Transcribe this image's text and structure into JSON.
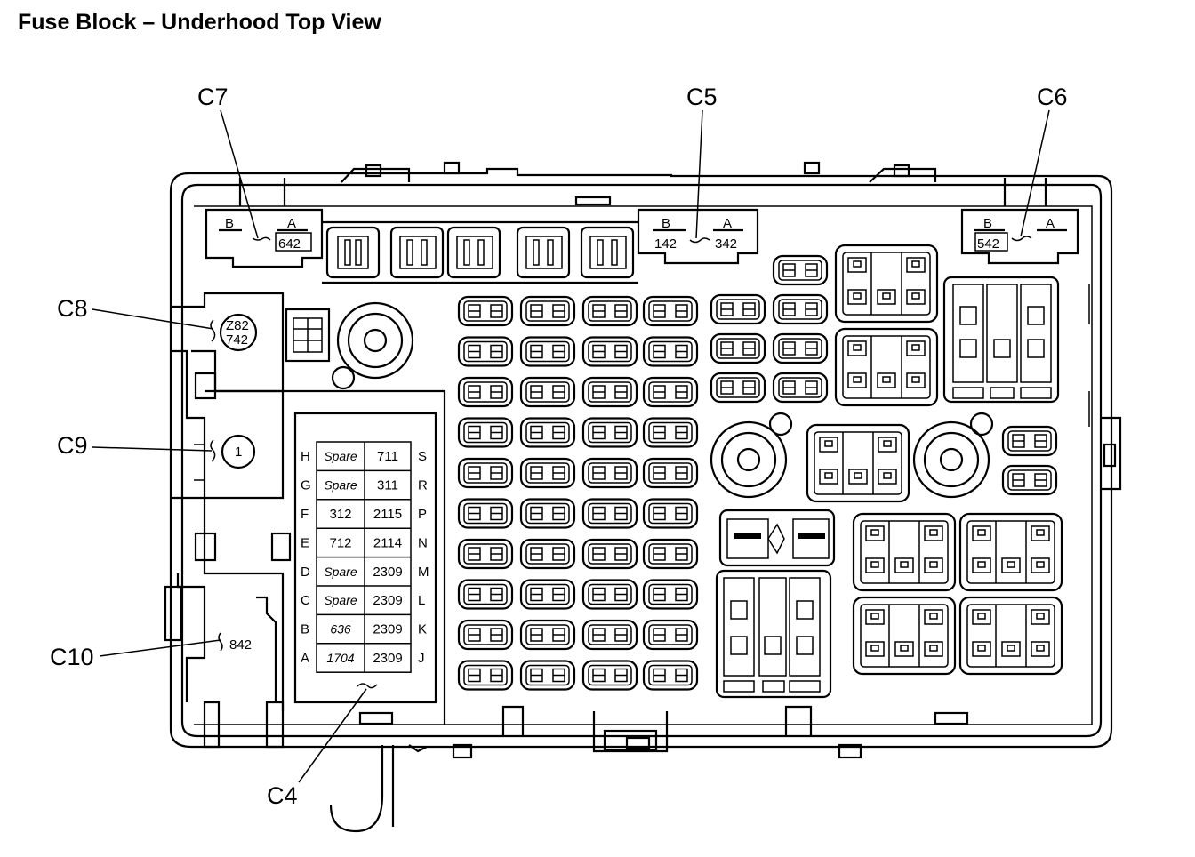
{
  "title": "Fuse Block – Underhood Top View",
  "connectors": {
    "c7": {
      "label": "C7",
      "pin_b": "B",
      "pin_a": "A",
      "wire_a": "642"
    },
    "c5": {
      "label": "C5",
      "pin_b": "B",
      "pin_a": "A",
      "wire_b": "142",
      "wire_a": "342"
    },
    "c6": {
      "label": "C6",
      "pin_b": "B",
      "pin_a": "A",
      "wire_b": "542"
    },
    "c8": {
      "label": "C8",
      "wire_1": "Z82",
      "wire_2": "742"
    },
    "c9": {
      "label": "C9",
      "pin": "1"
    },
    "c10": {
      "label": "C10",
      "wire": "842"
    },
    "c4": {
      "label": "C4",
      "rows": [
        {
          "left_pin": "H",
          "left_val": "Spare",
          "right_val": "711",
          "right_pin": "S"
        },
        {
          "left_pin": "G",
          "left_val": "Spare",
          "right_val": "311",
          "right_pin": "R"
        },
        {
          "left_pin": "F",
          "left_val": "312",
          "right_val": "2115",
          "right_pin": "P"
        },
        {
          "left_pin": "E",
          "left_val": "712",
          "right_val": "2114",
          "right_pin": "N"
        },
        {
          "left_pin": "D",
          "left_val": "Spare",
          "right_val": "2309",
          "right_pin": "M"
        },
        {
          "left_pin": "C",
          "left_val": "Spare",
          "right_val": "2309",
          "right_pin": "L"
        },
        {
          "left_pin": "B",
          "left_val": "636",
          "right_val": "2309",
          "right_pin": "K"
        },
        {
          "left_pin": "A",
          "left_val": "1704",
          "right_val": "2309",
          "right_pin": "J"
        }
      ]
    }
  }
}
